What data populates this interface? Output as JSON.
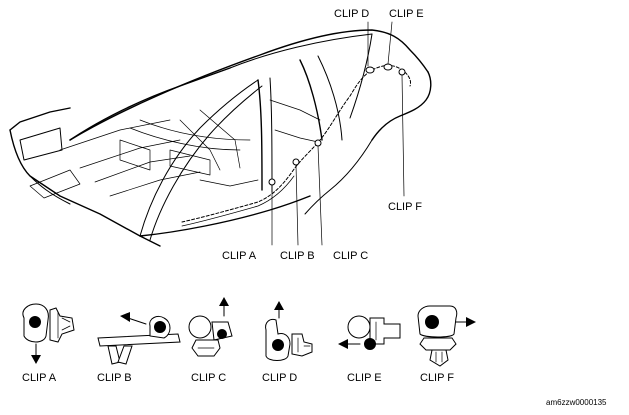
{
  "labels": {
    "top": {
      "clip_d": "CLIP D",
      "clip_e": "CLIP E",
      "clip_f": "CLIP F",
      "clip_a": "CLIP A",
      "clip_b": "CLIP B",
      "clip_c": "CLIP C"
    },
    "bottom": {
      "clip_a": "CLIP A",
      "clip_b": "CLIP B",
      "clip_c": "CLIP C",
      "clip_d": "CLIP D",
      "clip_e": "CLIP E",
      "clip_f": "CLIP F"
    }
  },
  "figure_code": "am6zzw0000135"
}
